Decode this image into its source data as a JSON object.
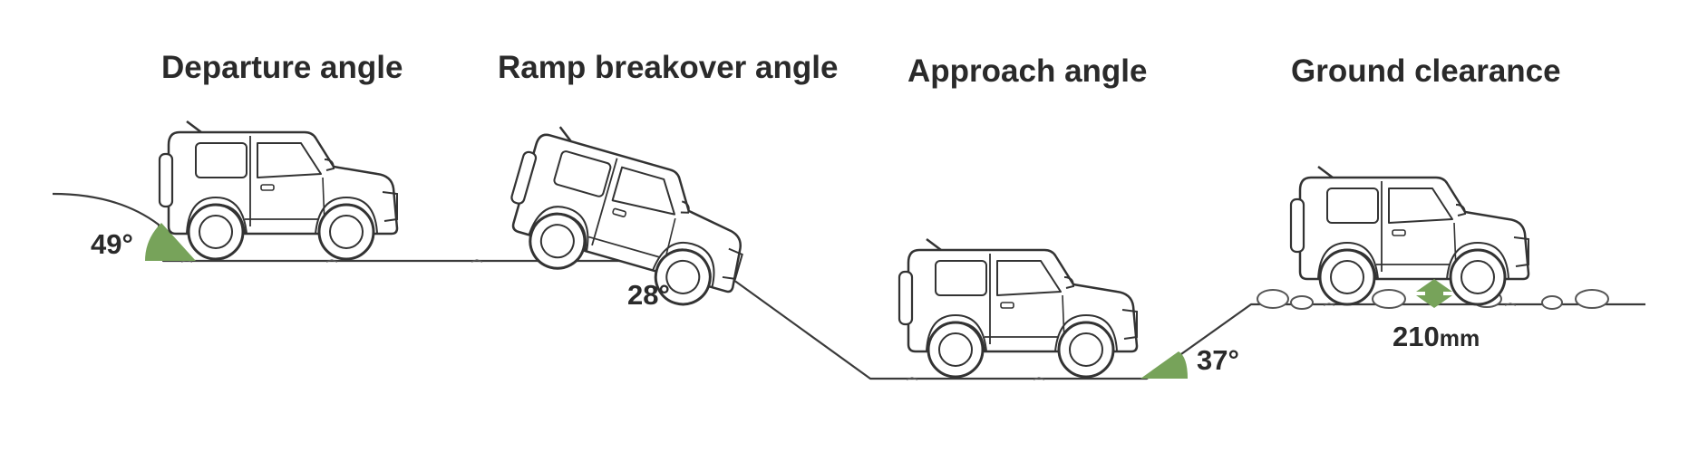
{
  "panels": [
    {
      "title": "Departure angle",
      "value": "49°"
    },
    {
      "title": "Ramp breakover angle",
      "value": "28°"
    },
    {
      "title": "Approach angle",
      "value": "37°"
    },
    {
      "title": "Ground clearance",
      "value": "210",
      "unit": "mm"
    }
  ],
  "colors": {
    "angle_fill": "#77a35a",
    "line": "#3a3a3a",
    "text": "#2a2a2a",
    "background": "#ffffff"
  }
}
